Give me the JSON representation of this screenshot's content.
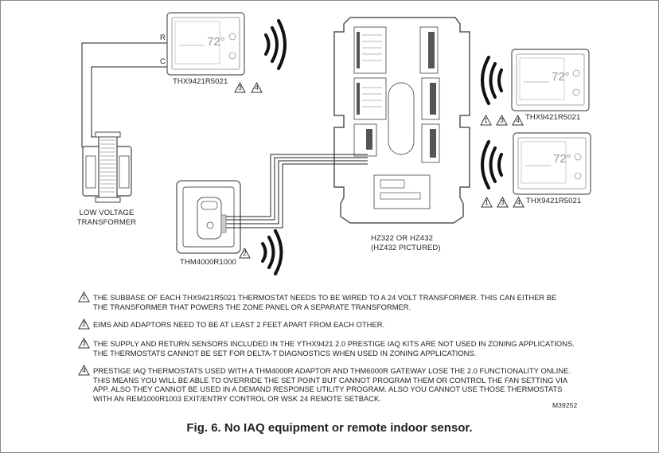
{
  "figure": {
    "caption": "Fig. 6. No IAQ equipment or remote indoor sensor.",
    "drawing_code": "M39252"
  },
  "devices": {
    "thermostat_top_left": {
      "model": "THX9421R5021",
      "temp": "72°",
      "warnings": [
        "3",
        "4"
      ]
    },
    "thermostat_right_top": {
      "model": "THX9421R5021",
      "temp": "72°",
      "warnings": [
        "1",
        "3",
        "4"
      ]
    },
    "thermostat_right_bottom": {
      "model": "THX9421R5021",
      "temp": "72°",
      "warnings": [
        "1",
        "3",
        "4"
      ]
    },
    "transformer": {
      "label_line1": "LOW VOLTAGE",
      "label_line2": "TRANSFORMER"
    },
    "adaptor": {
      "model": "THM4000R1000",
      "warning": "2"
    },
    "zone_panel": {
      "label_line1": "HZ322 OR HZ432",
      "label_line2": "(HZ432 PICTURED)"
    }
  },
  "wires": {
    "r_label": "R",
    "c_label": "C"
  },
  "notes": [
    {
      "num": "1",
      "text": "THE SUBBASE OF EACH THX9421R5021 THERMOSTAT NEEDS TO BE WIRED TO A 24 VOLT TRANSFORMER.  THIS CAN EITHER BE THE TRANSFORMER THAT POWERS THE ZONE PANEL OR A SEPARATE TRANSFORMER."
    },
    {
      "num": "2",
      "text": "EIMS AND ADAPTORS NEED TO BE AT LEAST 2 FEET APART FROM EACH OTHER."
    },
    {
      "num": "3",
      "text": "THE SUPPLY AND RETURN SENSORS INCLUDED IN THE YTHX9421 2.0 PRESTIGE IAQ KITS ARE NOT USED IN ZONING APPLICATIONS. THE THERMOSTATS CANNOT BE SET FOR DELTA-T DIAGNOSTICS WHEN USED IN ZONING APPLICATIONS."
    },
    {
      "num": "4",
      "text": "PRESTIGE IAQ THERMOSTATS USED WITH A THM4000R ADAPTOR AND THM6000R GATEWAY LOSE THE 2.0 FUNCTIONALITY ONLINE. THIS MEANS YOU WILL BE ABLE TO OVERRIDE THE SET POINT BUT CANNOT PROGRAM THEM OR CONTROL THE FAN SETTING VIA APP. ALSO THEY CANNOT BE USED IN A DEMAND RESPONSE UTILITY PROGRAM. ALSO YOU CANNOT USE THOSE THERMOSTATS WITH AN REM1000R1003 EXIT/ENTRY CONTROL OR WSK 24 REMOTE SETBACK."
    }
  ]
}
